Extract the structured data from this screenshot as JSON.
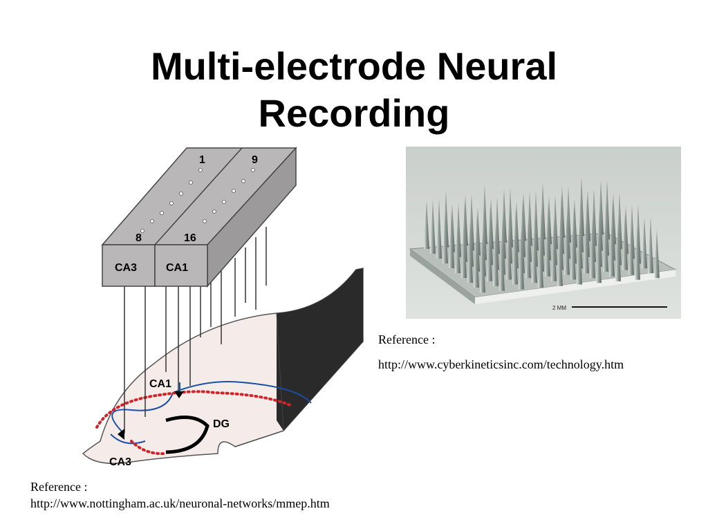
{
  "slide": {
    "title_line1": "Multi-electrode Neural",
    "title_line2": "Recording"
  },
  "diagram": {
    "block_labels": {
      "ca3": "CA3",
      "ca1": "CA1"
    },
    "electrode_numbers": {
      "top_left": "1",
      "top_right": "9",
      "bottom_left": "8",
      "bottom_right": "16"
    },
    "region_labels": {
      "ca1": "CA1",
      "dg": "DG",
      "ca3": "CA3"
    },
    "colors": {
      "block": "#b9b7b8",
      "slice": "#f5ecea",
      "pathway_blue": "#1a4ea3",
      "pathway_red": "#d2232a"
    }
  },
  "photo": {
    "scale_label": "2 MM"
  },
  "references": {
    "right": {
      "label": "Reference :",
      "url": "http://www.cyberkineticsinc.com/technology.htm"
    },
    "left": {
      "label": "Reference :",
      "url": "http://www.nottingham.ac.uk/neuronal-networks/mmep.htm"
    }
  }
}
